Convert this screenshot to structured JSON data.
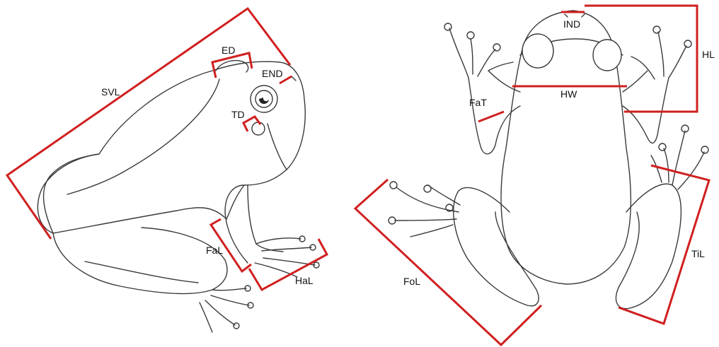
{
  "colors": {
    "measure": "#d01f1f",
    "sketch": "#3a3a3a",
    "background": "#ffffff"
  },
  "labels": {
    "svl": "SVL",
    "ed": "ED",
    "end": "END",
    "td": "TD",
    "fal": "FaL",
    "hal": "HaL",
    "ind": "IND",
    "hl": "HL",
    "fat": "FaT",
    "hw": "HW",
    "fol": "FoL",
    "til": "TiL"
  }
}
